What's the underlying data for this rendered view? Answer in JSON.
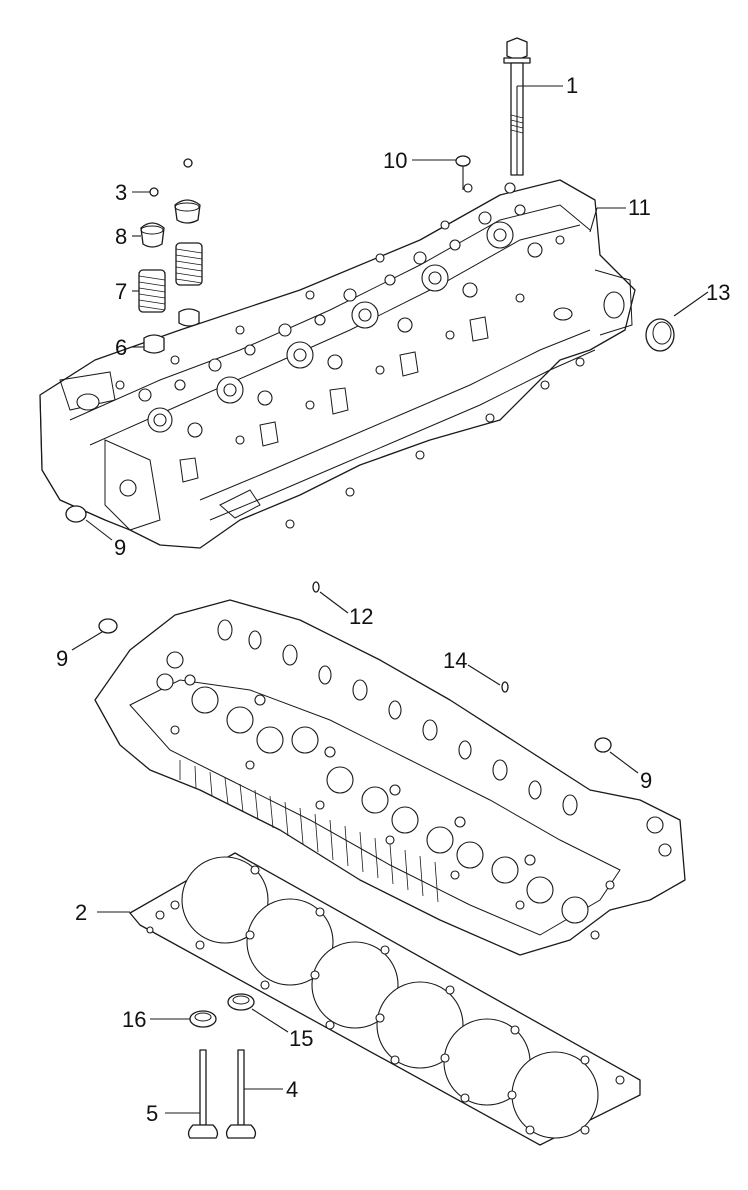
{
  "callouts": {
    "c1": "1",
    "c2": "2",
    "c3": "3",
    "c4": "4",
    "c5": "5",
    "c6": "6",
    "c7": "7",
    "c8": "8",
    "c9a": "9",
    "c9b": "9",
    "c9c": "9",
    "c10": "10",
    "c11": "11",
    "c12": "12",
    "c13": "13",
    "c14": "14",
    "c15": "15",
    "c16": "16"
  },
  "colors": {
    "line": "#1a1a1a",
    "background": "#ffffff"
  }
}
